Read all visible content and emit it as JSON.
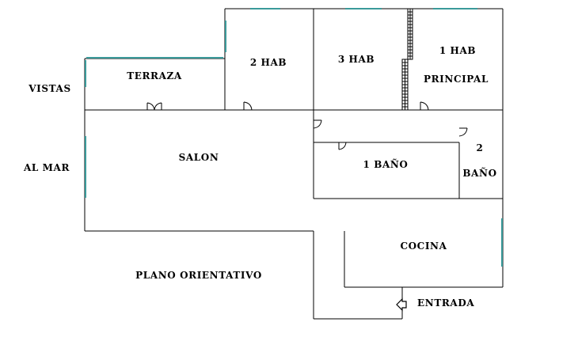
{
  "plan": {
    "colors": {
      "wall": "#000000",
      "window": "#3a9a9a",
      "background": "#ffffff"
    },
    "labels": {
      "vistas": "VISTAS",
      "al_mar": "AL MAR",
      "terraza": "TERRAZA",
      "hab2": "2 HAB",
      "hab3": "3 HAB",
      "hab1_line1": "1 HAB",
      "hab1_line2": "PRINCIPAL",
      "salon": "SALON",
      "bano1": "1 BAÑO",
      "bano2_line1": "2",
      "bano2_line2": "BAÑO",
      "cocina": "COCINA",
      "entrada": "ENTRADA",
      "titulo": "PLANO ORIENTATIVO"
    },
    "icons": {
      "entrance": "entrance-arrow-icon"
    }
  }
}
